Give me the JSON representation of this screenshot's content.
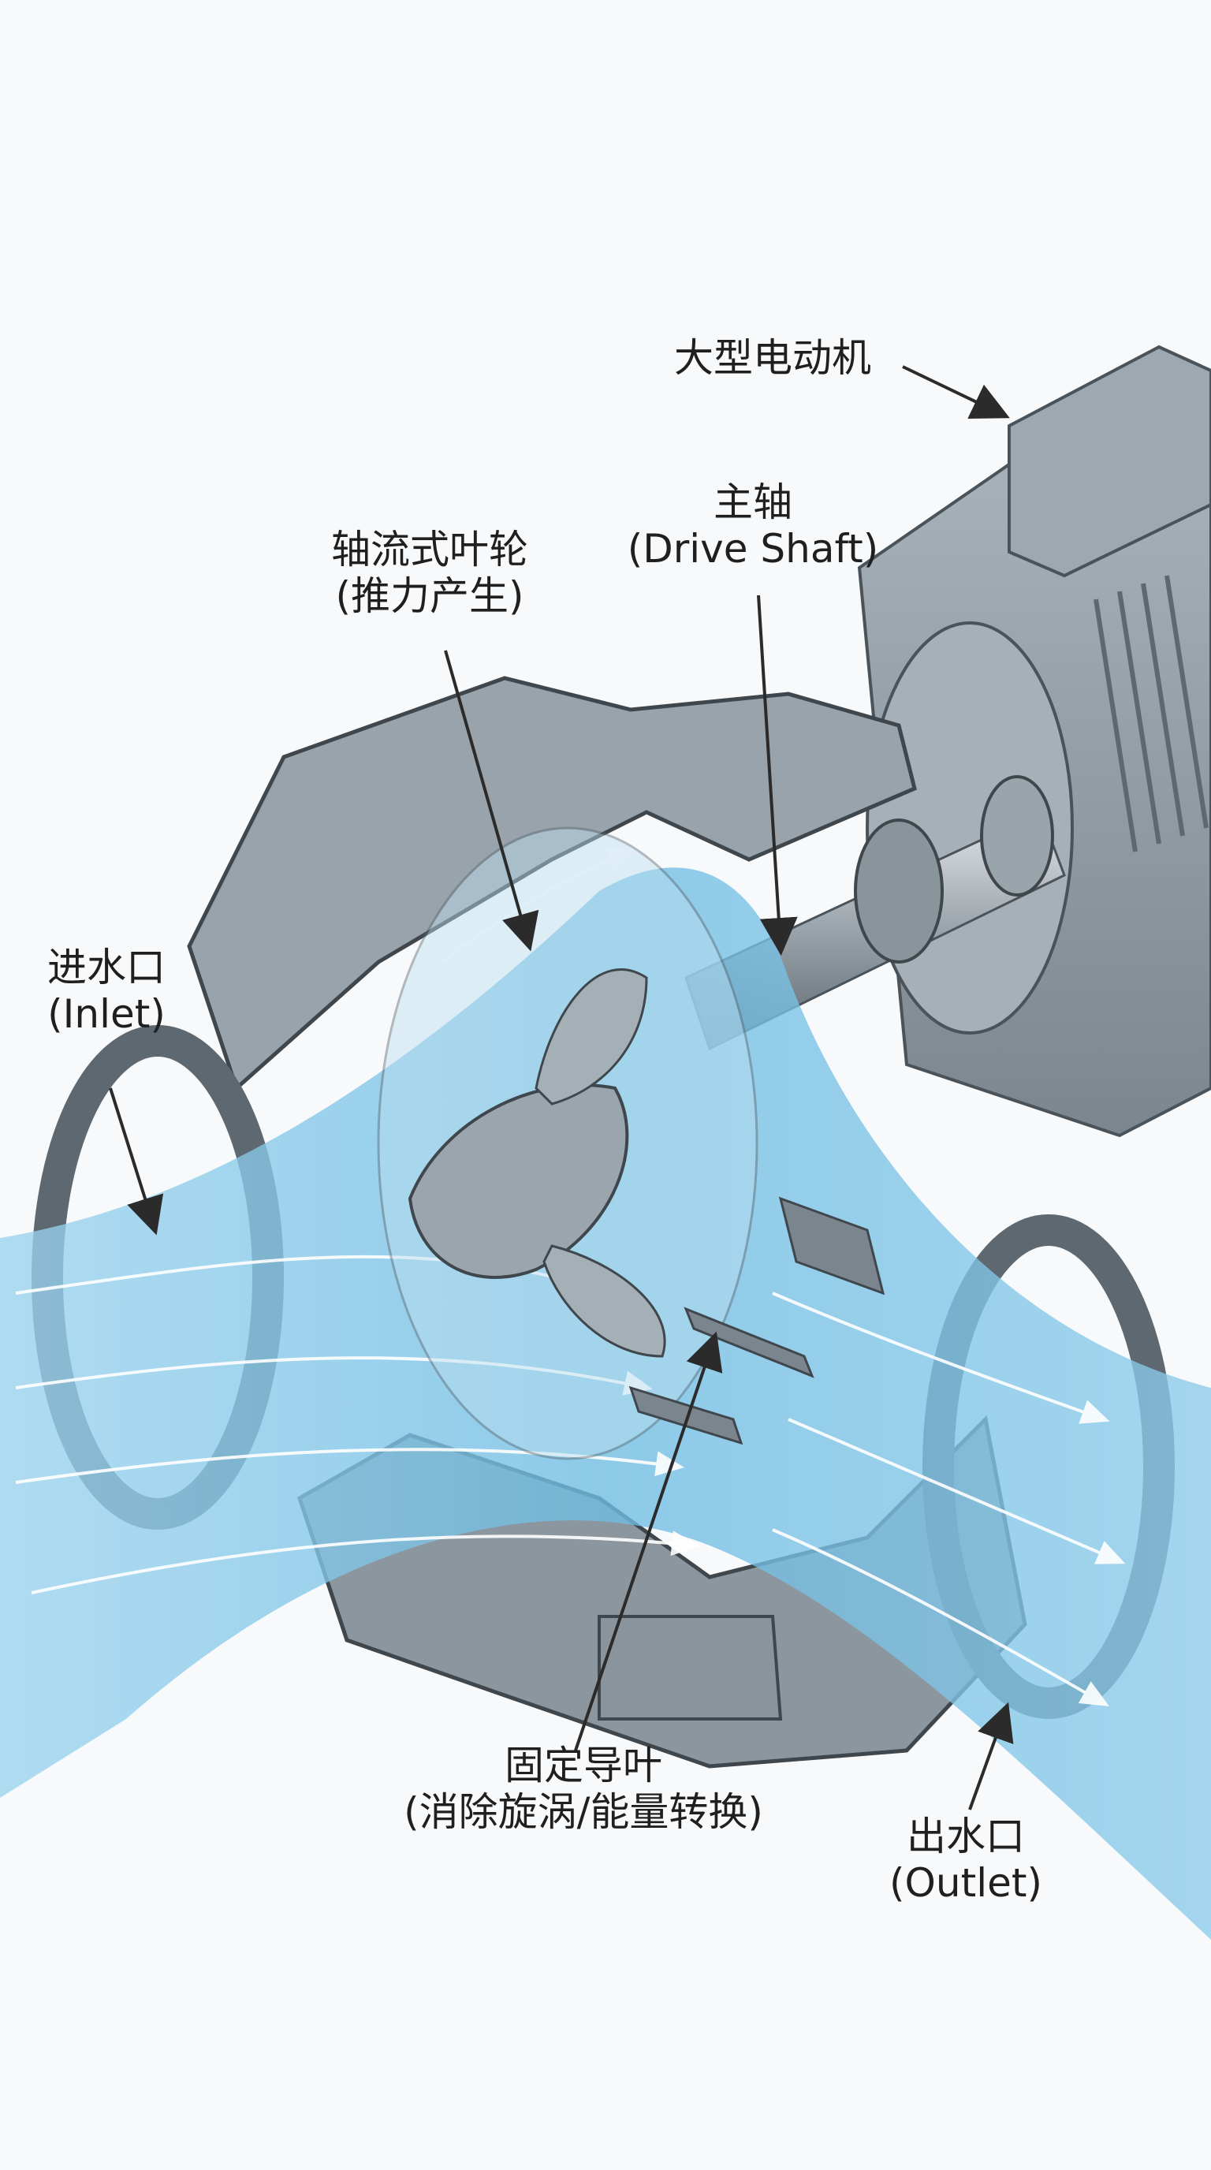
{
  "labels": {
    "motor": {
      "line1": "大型电动机"
    },
    "shaft": {
      "line1": "主轴",
      "line2": "(Drive Shaft)"
    },
    "impeller": {
      "line1": "轴流式叶轮",
      "line2": "(推力产生)"
    },
    "inlet": {
      "line1": "进水口",
      "line2": "(Inlet)"
    },
    "guide_vanes": {
      "line1": "固定导叶",
      "line2": "(消除旋涡/能量转换)"
    },
    "outlet": {
      "line1": "出水口",
      "line2": "(Outlet)"
    }
  },
  "colors": {
    "metal": "#8f9aa3",
    "metal_dark": "#5e6870",
    "metal_light": "#c4ccd2",
    "water": "#7cc4e6",
    "water_light": "#bfe3f3",
    "line": "#2b2b2b"
  }
}
